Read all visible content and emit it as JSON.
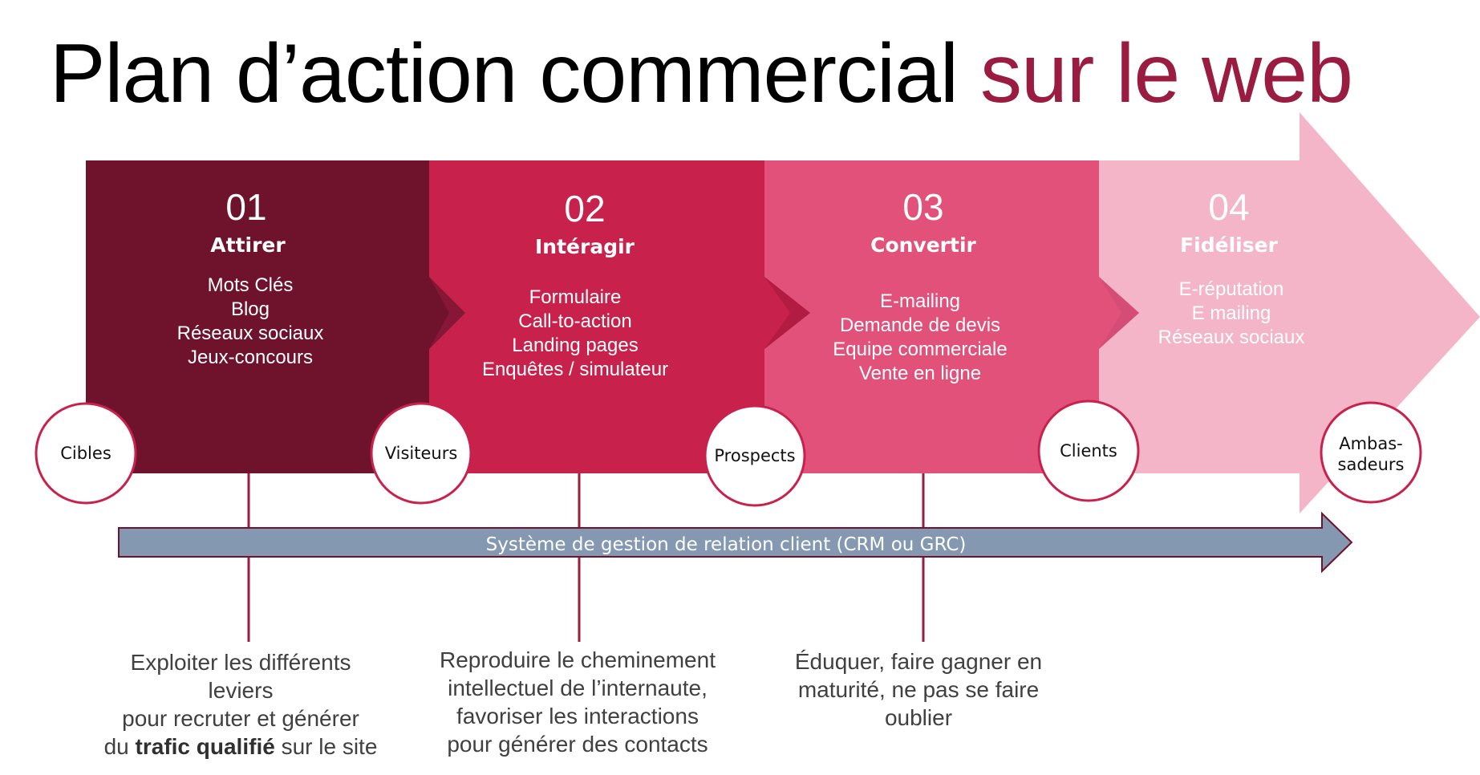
{
  "title": {
    "main": "Plan d’action commercial ",
    "accent": "sur le web"
  },
  "colors": {
    "accent": "#9b1c41",
    "stage1": "#6f122c",
    "stage2": "#c8224c",
    "stage3": "#e2517a",
    "stage4": "#f3b5c7",
    "crm": "#8498b2",
    "circle_border": "#c8224c"
  },
  "stages": [
    {
      "num": "01",
      "title": "Attirer",
      "items": [
        "Mots Clés",
        "Blog",
        "Réseaux sociaux",
        "Jeux-concours"
      ]
    },
    {
      "num": "02",
      "title": "Intéragir",
      "items": [
        "Formulaire",
        "Call-to-action",
        "Landing pages",
        "Enquêtes / simulateur"
      ]
    },
    {
      "num": "03",
      "title": "Convertir",
      "items": [
        "E-mailing",
        "Demande de devis",
        "Equipe commerciale",
        "Vente en ligne"
      ]
    },
    {
      "num": "04",
      "title": "Fidéliser",
      "items": [
        "E-réputation",
        "E mailing",
        "Réseaux sociaux"
      ]
    }
  ],
  "circles": [
    "Cibles",
    "Visiteurs",
    "Prospects",
    "Clients",
    "Ambas-",
    "sadeurs"
  ],
  "crm_label": "Système de gestion de relation client (CRM ou GRC)",
  "captions": {
    "c1": {
      "l1": "Exploiter les différents",
      "l2": "leviers",
      "l3": "pour recruter et générer",
      "l4a": "du ",
      "l4b": "trafic qualifié",
      "l4c": " sur le site"
    },
    "c2": {
      "l1": "Reproduire le cheminement",
      "l2": "intellectuel de l’internaute,",
      "l3": "favoriser les interactions",
      "l4": "pour générer des contacts"
    },
    "c3": {
      "l1": "Éduquer, faire gagner en",
      "l2": "maturité, ne pas se faire",
      "l3": "oublier"
    }
  }
}
